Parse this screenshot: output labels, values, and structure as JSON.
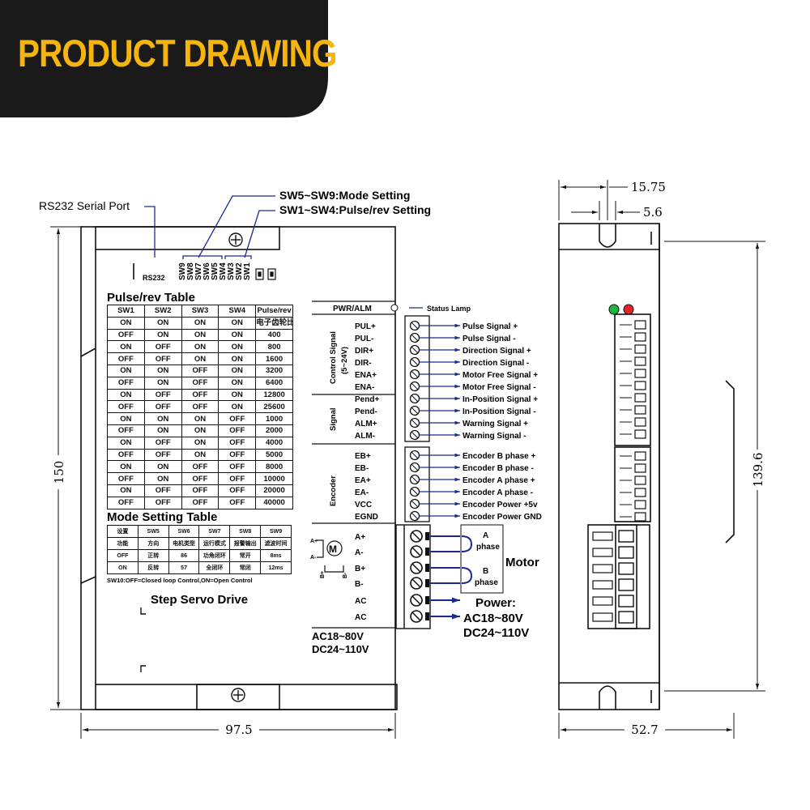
{
  "banner": {
    "title": "PRODUCT DRAWING"
  },
  "callouts": {
    "rs232_port": "RS232 Serial Port",
    "mode_setting": "SW5~SW9:Mode Setting",
    "pulse_setting": "SW1~SW4:Pulse/rev Setting",
    "status_lamp": "Status Lamp"
  },
  "front_panel": {
    "rs232_label": "RS232",
    "switch_labels": [
      "SW9",
      "SW8",
      "SW7",
      "SW6",
      "SW5",
      "SW4",
      "SW3",
      "SW2",
      "SW1"
    ],
    "pwr_alm": "PWR/ALM",
    "pulse_table_title": "Pulse/rev Table",
    "pulse_table": {
      "headers": [
        "SW1",
        "SW2",
        "SW3",
        "SW4",
        "Pulse/rev"
      ],
      "rows": [
        [
          "ON",
          "ON",
          "ON",
          "ON",
          "电子齿轮比"
        ],
        [
          "OFF",
          "ON",
          "ON",
          "ON",
          "400"
        ],
        [
          "ON",
          "OFF",
          "ON",
          "ON",
          "800"
        ],
        [
          "OFF",
          "OFF",
          "ON",
          "ON",
          "1600"
        ],
        [
          "ON",
          "ON",
          "OFF",
          "ON",
          "3200"
        ],
        [
          "OFF",
          "ON",
          "OFF",
          "ON",
          "6400"
        ],
        [
          "ON",
          "OFF",
          "OFF",
          "ON",
          "12800"
        ],
        [
          "OFF",
          "OFF",
          "OFF",
          "ON",
          "25600"
        ],
        [
          "ON",
          "ON",
          "ON",
          "OFF",
          "1000"
        ],
        [
          "OFF",
          "ON",
          "ON",
          "OFF",
          "2000"
        ],
        [
          "ON",
          "OFF",
          "ON",
          "OFF",
          "4000"
        ],
        [
          "OFF",
          "OFF",
          "ON",
          "OFF",
          "5000"
        ],
        [
          "ON",
          "ON",
          "OFF",
          "OFF",
          "8000"
        ],
        [
          "OFF",
          "ON",
          "OFF",
          "OFF",
          "10000"
        ],
        [
          "ON",
          "OFF",
          "OFF",
          "OFF",
          "20000"
        ],
        [
          "OFF",
          "OFF",
          "OFF",
          "OFF",
          "40000"
        ]
      ]
    },
    "mode_table_title": "Mode Setting Table",
    "mode_table": {
      "headers": [
        "设置",
        "SW5",
        "SW6",
        "SW7",
        "SW8",
        "SW9"
      ],
      "rows": [
        [
          "功能",
          "方向",
          "电机类型",
          "运行模式",
          "报警输出",
          "滤波时间"
        ],
        [
          "OFF",
          "正转",
          "86",
          "功角闭环",
          "常开",
          "8ms"
        ],
        [
          "ON",
          "反转",
          "57",
          "全闭环",
          "常闭",
          "12ms"
        ]
      ]
    },
    "sw10_note": "SW10:OFF=Closed loop Control,ON=Open Control",
    "product_name": "Step Servo Drive",
    "group_control": "Control Signal",
    "group_control_sub": "(5~24V)",
    "group_signal": "Signal",
    "group_encoder": "Encoder",
    "terminal_labels": [
      "PUL+",
      "PUL-",
      "DIR+",
      "DIR-",
      "ENA+",
      "ENA-",
      "Pend+",
      "Pend-",
      "ALM+",
      "ALM-",
      "EB+",
      "EB-",
      "EA+",
      "EA-",
      "VCC",
      "EGND"
    ],
    "power_terminal_labels": [
      "A+",
      "A-",
      "B+",
      "B-",
      "AC",
      "AC"
    ],
    "coil_a_plus": "A+",
    "coil_a_minus": "A-",
    "coil_b_plus": "B+",
    "coil_b_minus": "B-",
    "motor_symbol": "M",
    "power_rating_1": "AC18~80V",
    "power_rating_2": "DC24~110V"
  },
  "signal_descriptions": [
    "Pulse Signal +",
    "Pulse Signal -",
    "Direction Signal +",
    "Direction Signal -",
    "Motor Free Signal +",
    "Motor Free Signal -",
    "In-Position Signal +",
    "In-Position Signal -",
    "Warning Signal +",
    "Warning Signal -",
    "Encoder B phase +",
    "Encoder B phase -",
    "Encoder A phase +",
    "Encoder A phase -",
    "Encoder Power +5v",
    "Encoder Power GND"
  ],
  "motor_connection": {
    "phase_a": "A",
    "phase_b": "B",
    "phase_word": "phase",
    "motor_label": "Motor",
    "power_label": "Power:",
    "power_rating_1": "AC18~80V",
    "power_rating_2": "DC24~110V"
  },
  "dimensions": {
    "width_front": "97.5",
    "height_front": "150",
    "depth_side": "52.7",
    "height_side": "139.6",
    "slot_offset": "15.75",
    "slot_width": "5.6"
  },
  "colors": {
    "banner_bg": "#1a1a1a",
    "banner_text": "#f6b50e",
    "led_green": "#1db53f",
    "led_red": "#e0262a"
  }
}
